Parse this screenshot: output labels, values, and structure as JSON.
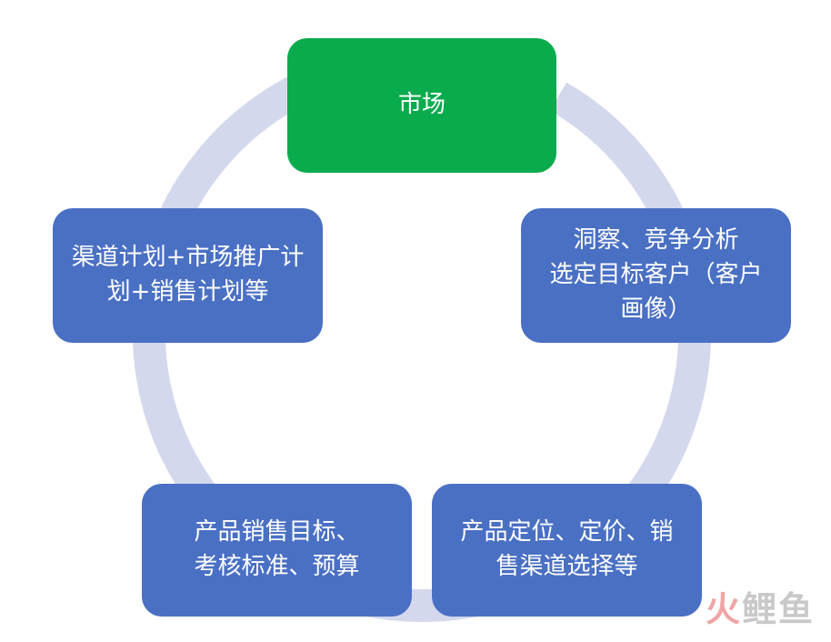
{
  "colors": {
    "ring": "#d3d8ed",
    "node_primary": "#4a70c4",
    "node_highlight": "#0aab4d",
    "text": "#ffffff"
  },
  "cycle": {
    "nodes": [
      {
        "id": "market",
        "lines": [
          "市场"
        ],
        "highlight": true
      },
      {
        "id": "insight",
        "lines": [
          "洞察、竞争分析",
          "选定目标客户（客户",
          "画像）"
        ],
        "highlight": false
      },
      {
        "id": "product",
        "lines": [
          "产品定位、定价、销",
          "售渠道选择等"
        ],
        "highlight": false
      },
      {
        "id": "target",
        "lines": [
          "产品销售目标、",
          "考核标准、预算"
        ],
        "highlight": false
      },
      {
        "id": "plan",
        "lines": [
          "渠道计划+市场推广计",
          "划+销售计划等"
        ],
        "highlight": false
      }
    ]
  },
  "watermark": {
    "part1": "火",
    "part2": "鲤鱼"
  }
}
